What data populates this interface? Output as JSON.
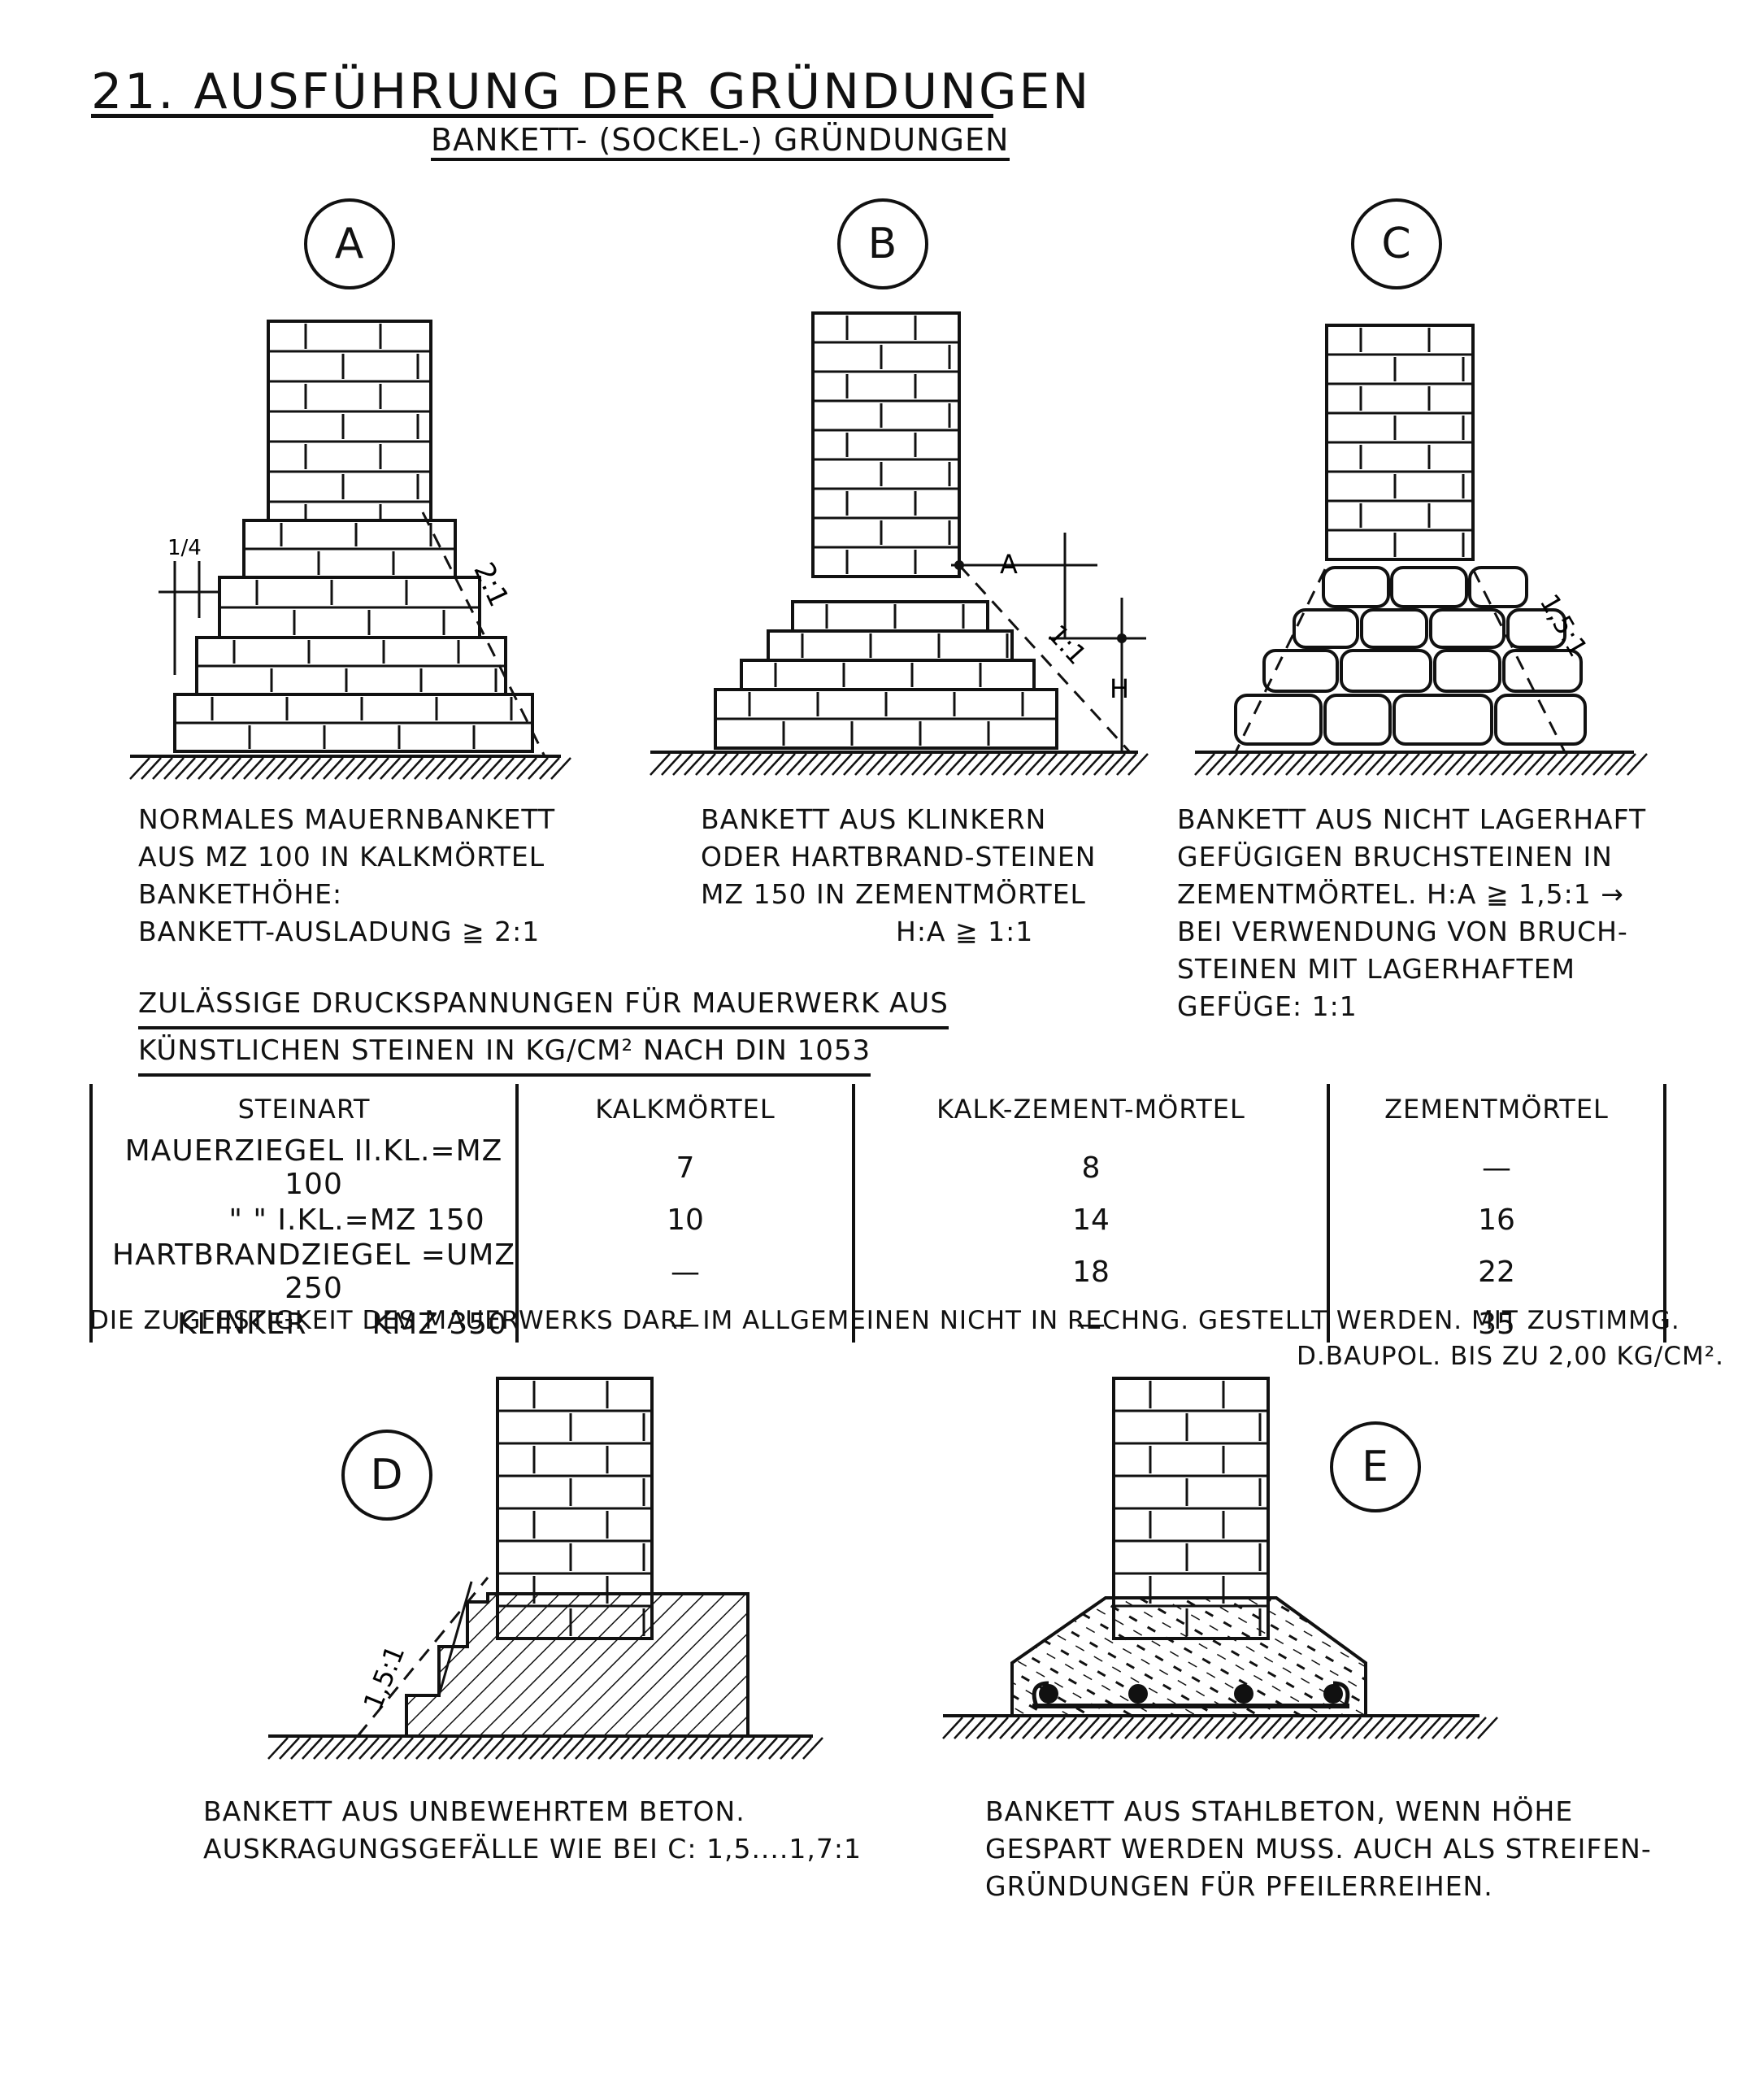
{
  "title": "21. Ausführung der Gründungen",
  "subtitle": "Bankett- (Sockel-) Gründungen",
  "figures": {
    "a": {
      "label": "A",
      "slope": "2:1",
      "quarter": "1/4",
      "caption": [
        "Normales Mauernbankett",
        "aus MZ 100 in Kalkmörtel",
        "Bankethöhe:",
        "Bankett-Ausladung ≧ 2:1"
      ]
    },
    "b": {
      "label": "B",
      "slope": "1:1",
      "dim_a": "A",
      "dim_h": "H",
      "caption": [
        "Bankett aus Klinkern",
        "oder Hartbrand-Steinen",
        "MZ 150 in Zementmörtel",
        "H:A ≧ 1:1"
      ]
    },
    "c": {
      "label": "C",
      "slope": "1,5:1",
      "caption": [
        "Bankett aus nicht lagerhaft",
        "gefügigen Bruchsteinen in",
        "Zementmörtel. H:A ≧ 1,5:1 →",
        "bei Verwendung von Bruch-",
        "steinen mit lagerhaftem",
        "Gefüge: 1:1"
      ]
    },
    "d": {
      "label": "D",
      "slope": "1,5:1",
      "caption": [
        "Bankett aus unbewehrtem Beton.",
        "Auskragungsgefälle wie bei C: 1,5....1,7:1"
      ]
    },
    "e": {
      "label": "E",
      "caption": [
        "Bankett aus Stahlbeton, wenn Höhe",
        "gespart werden muss. Auch als Streifen-",
        "gründungen für Pfeilerreihen."
      ]
    }
  },
  "table_heading": [
    "Zulässige Druckspannungen für Mauerwerk aus",
    "künstlichen Steinen in kg/cm² nach DIN 1053"
  ],
  "table": {
    "headers": [
      "Steinart",
      "Kalkmörtel",
      "Kalk-Zement-Mörtel",
      "Zementmörtel"
    ],
    "rows": [
      {
        "name": "Mauerziegel II.Kl.=MZ 100",
        "code": "",
        "kalk": "7",
        "kalkzement": "8",
        "zement": "—"
      },
      {
        "name": "\"   \"   I.Kl.=MZ 150",
        "code": "",
        "kalk": "10",
        "kalkzement": "14",
        "zement": "16"
      },
      {
        "name": "Hartbrandziegel =UMZ 250",
        "code": "",
        "kalk": "—",
        "kalkzement": "18",
        "zement": "22"
      },
      {
        "name": "Klinker",
        "code": "KMZ 350",
        "kalk": "—",
        "kalkzement": "—",
        "zement": "35"
      }
    ]
  },
  "note": "Die Zugfestigkeit des Mauerwerks darf im allgemeinen nicht in Rechng. gestellt werden. Mit Zustimmg.",
  "note2": "d.Baupol. bis zu 2,00 kg/cm²."
}
